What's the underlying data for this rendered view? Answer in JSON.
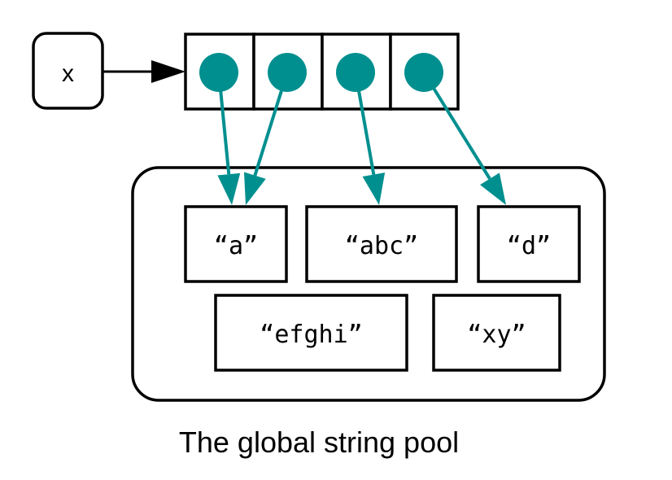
{
  "diagram": {
    "variable": {
      "label": "x"
    },
    "vector": {
      "cells": [
        {
          "index": 1,
          "points_to": "a"
        },
        {
          "index": 2,
          "points_to": "a"
        },
        {
          "index": 3,
          "points_to": "abc"
        },
        {
          "index": 4,
          "points_to": "d"
        }
      ]
    },
    "pool": {
      "caption": "The global string pool",
      "strings": [
        {
          "id": "a",
          "label": "“a”"
        },
        {
          "id": "abc",
          "label": "“abc”"
        },
        {
          "id": "d",
          "label": "“d”"
        },
        {
          "id": "efghi",
          "label": "“efghi”"
        },
        {
          "id": "xy",
          "label": "“xy”"
        }
      ]
    },
    "colors": {
      "pointer": "#008F8F",
      "stroke": "#000000"
    }
  }
}
